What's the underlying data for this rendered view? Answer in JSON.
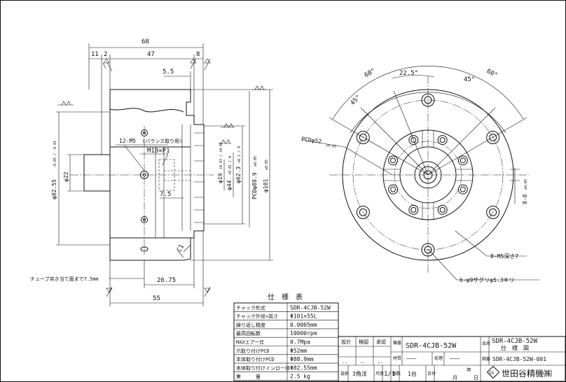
{
  "side_view": {
    "dims": {
      "overall_length": "68",
      "left_offset": "11",
      "left_offset_2": "2",
      "body_length": "47",
      "right_part": "8",
      "key_width": "5.5",
      "bore_dia": "φ22",
      "pilot_dia": "φ82.55",
      "pilot_tol": "-0.05 / -0.01",
      "port_thread": "12-M5",
      "port_note": "(バランス取り用)",
      "center_thread": "M10×P1",
      "jaw_dia_1": "φ19",
      "jaw_dia_1_tol": "+0.03 / +0.01",
      "jaw_dia_2": "φ44",
      "jaw_dia_2_tol": "+0.01 / 0",
      "jaw_dia_3": "φ62.3",
      "jaw_dia_3_tol": "+0.1 / 0",
      "pcd_body": "PCDφ88.9",
      "pcd_body_tol": "±0.05",
      "outer_dia": "φ101",
      "outer_dia_tol": "±0.05",
      "step_75": "7.5",
      "chamfer": "C1",
      "tube_note": "チューブ突き当て面まで7.5mm",
      "mid_length": "26.75",
      "bottom_length": "55"
    }
  },
  "front_view": {
    "dims": {
      "angle_60_left": "60°",
      "angle_60_right": "60°",
      "angle_225": "22.5°",
      "angle_45_left": "45°",
      "angle_45_right": "45°",
      "pcd_jaw": "PCDφ52",
      "pcd_jaw_tol": "±0.05",
      "slot_width": "8-8",
      "slot_tol": "±0.05",
      "m5_note": "8-M5深さ7",
      "hole_note": "6-φ9ザグリφ5.3キリ"
    }
  },
  "spec_table": {
    "title": "仕　様　表",
    "rows": [
      {
        "label": "チャック形式",
        "value": "SDR-4CJB-52W"
      },
      {
        "label": "チャック外径×高さ",
        "value": "Φ101×55L"
      },
      {
        "label": "繰り返し精度",
        "value": "0.0005mm"
      },
      {
        "label": "最高回転数",
        "value": "10000rpm"
      },
      {
        "label": "MAXエアー圧",
        "value": "0.7Mpa"
      },
      {
        "label": "爪取り付けPCD",
        "value": "Φ52mm"
      },
      {
        "label": "本体取り付けPCD",
        "value": "Φ88.9mm"
      },
      {
        "label": "本体取り付けインロー径",
        "value": "Φ82.55mm"
      },
      {
        "label": "重　　　量",
        "value": "2.5 kg"
      }
    ]
  },
  "title_block": {
    "approval_headers": [
      "設計",
      "検図",
      "承認"
    ],
    "dots": [
      "．．",
      "．．",
      "．．"
    ],
    "kiban_label": "機番",
    "model": "SDR-4CJB-52W",
    "zairyou_label": "材質",
    "shori_label": "処理",
    "dash_1": "―――",
    "dash_2": "―――",
    "hinmei_label": "品名",
    "hinmei": "SDR-4CJB-52W",
    "hinmei_sub": "仕　様　図",
    "zuban_label": "図番",
    "zuban": "SDR-4CJB-52W-001",
    "tohou_label": "投影",
    "tohou": "3角法",
    "shakudo_label": "尺度",
    "shakudo": "1/1",
    "kosu_label": "個数",
    "kosu": "1台",
    "date_label": "日付",
    "year": "年",
    "month": "月",
    "day": "日",
    "company": "世田谷精機㈱",
    "logo": "SS"
  }
}
